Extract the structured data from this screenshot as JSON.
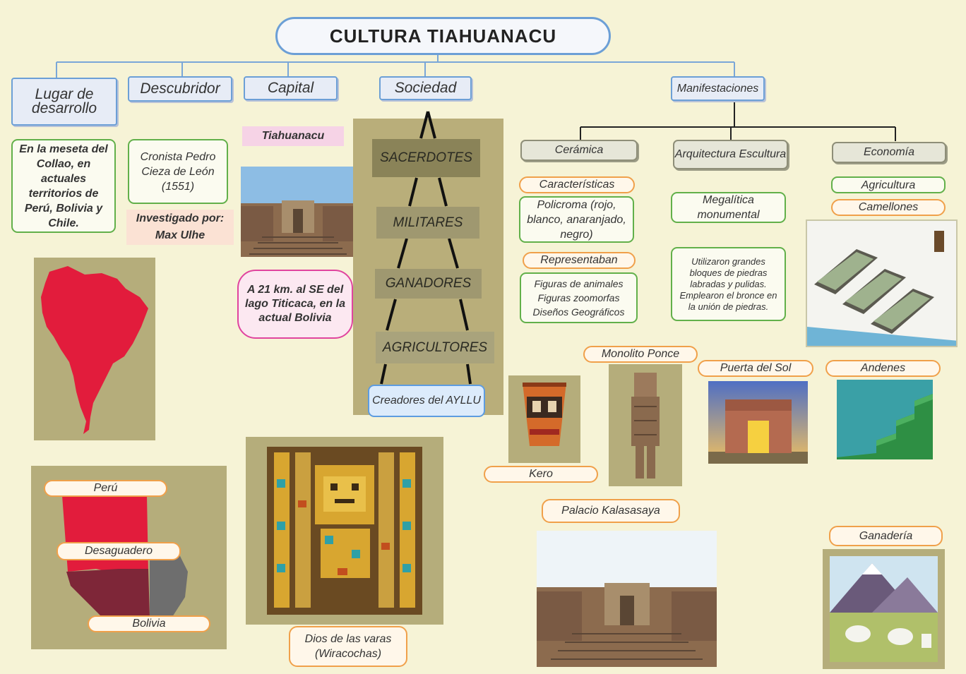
{
  "title": "CULTURA TIAHUANACU",
  "headers": {
    "lugar": "Lugar de desarrollo",
    "descubridor": "Descubridor",
    "capital": "Capital",
    "sociedad": "Sociedad",
    "manifestaciones": "Manifestaciones"
  },
  "lugar_text": "En la meseta del Collao, en actuales territorios de Perú, Bolivia y Chile.",
  "descubridor_text": "Cronista Pedro Cieza de León (1551)",
  "investigado": "Investigado por: Max Ulhe",
  "capital_name": "Tiahuanacu",
  "capital_location": "A 21 km. al SE del lago Titicaca, en la actual Bolivia",
  "sociedad_levels": [
    "SACERDOTES",
    "MILITARES",
    "GANADORES",
    "AGRICULTORES"
  ],
  "ayllu": "Creadores del AYLLU",
  "map_labels": {
    "peru": "Perú",
    "desaguadero": "Desaguadero",
    "bolivia": "Bolivia"
  },
  "dios_caption": "Dios de las varas (Wiracochas)",
  "ceramica": {
    "title": "Cerámica",
    "caracteristicas": "Características",
    "policroma": "Policroma (rojo, blanco, anaranjado, negro)",
    "representaban": "Representaban",
    "figuras": [
      "Figuras de animales",
      "Figuras zoomorfas",
      "Diseños Geográficos"
    ],
    "kero": "Kero"
  },
  "arquitectura": {
    "title": "Arquitectura Escultura",
    "megalitica": "Megalítica monumental",
    "descripcion": "Utilizaron grandes bloques de piedras labradas y pulidas. Emplearon el bronce en la unión de piedras.",
    "monolito": "Monolito Ponce",
    "puerta": "Puerta del Sol",
    "palacio": "Palacio Kalasasaya"
  },
  "economia": {
    "title": "Economía",
    "agricultura": "Agricultura",
    "camellones": "Camellones",
    "andenes": "Andenes",
    "ganaderia": "Ganadería"
  },
  "colors": {
    "background": "#f6f3d6",
    "accent_blue": "#6c9fd6",
    "green_border": "#62b04a",
    "orange_border": "#f0a04a",
    "map_red": "#e21c3c",
    "pyramid": "#b9ae7a"
  }
}
